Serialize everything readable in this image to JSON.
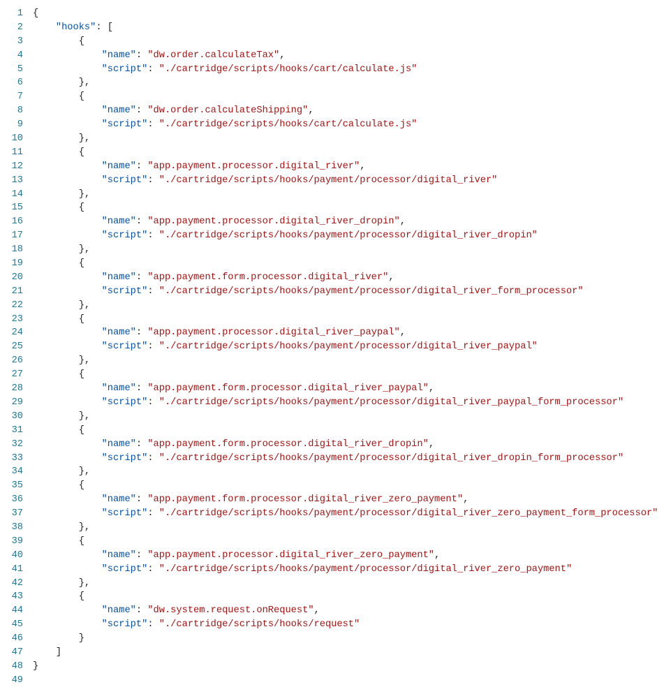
{
  "editor": {
    "root_key": "hooks",
    "hooks": [
      {
        "name": "dw.order.calculateTax",
        "script": "./cartridge/scripts/hooks/cart/calculate.js"
      },
      {
        "name": "dw.order.calculateShipping",
        "script": "./cartridge/scripts/hooks/cart/calculate.js"
      },
      {
        "name": "app.payment.processor.digital_river",
        "script": "./cartridge/scripts/hooks/payment/processor/digital_river"
      },
      {
        "name": "app.payment.processor.digital_river_dropin",
        "script": "./cartridge/scripts/hooks/payment/processor/digital_river_dropin"
      },
      {
        "name": "app.payment.form.processor.digital_river",
        "script": "./cartridge/scripts/hooks/payment/processor/digital_river_form_processor"
      },
      {
        "name": "app.payment.processor.digital_river_paypal",
        "script": "./cartridge/scripts/hooks/payment/processor/digital_river_paypal"
      },
      {
        "name": "app.payment.form.processor.digital_river_paypal",
        "script": "./cartridge/scripts/hooks/payment/processor/digital_river_paypal_form_processor"
      },
      {
        "name": "app.payment.form.processor.digital_river_dropin",
        "script": "./cartridge/scripts/hooks/payment/processor/digital_river_dropin_form_processor"
      },
      {
        "name": "app.payment.form.processor.digital_river_zero_payment",
        "script": "./cartridge/scripts/hooks/payment/processor/digital_river_zero_payment_form_processor"
      },
      {
        "name": "app.payment.processor.digital_river_zero_payment",
        "script": "./cartridge/scripts/hooks/payment/processor/digital_river_zero_payment"
      },
      {
        "name": "dw.system.request.onRequest",
        "script": "./cartridge/scripts/hooks/request"
      }
    ],
    "name_key": "name",
    "script_key": "script",
    "total_lines": 49
  }
}
